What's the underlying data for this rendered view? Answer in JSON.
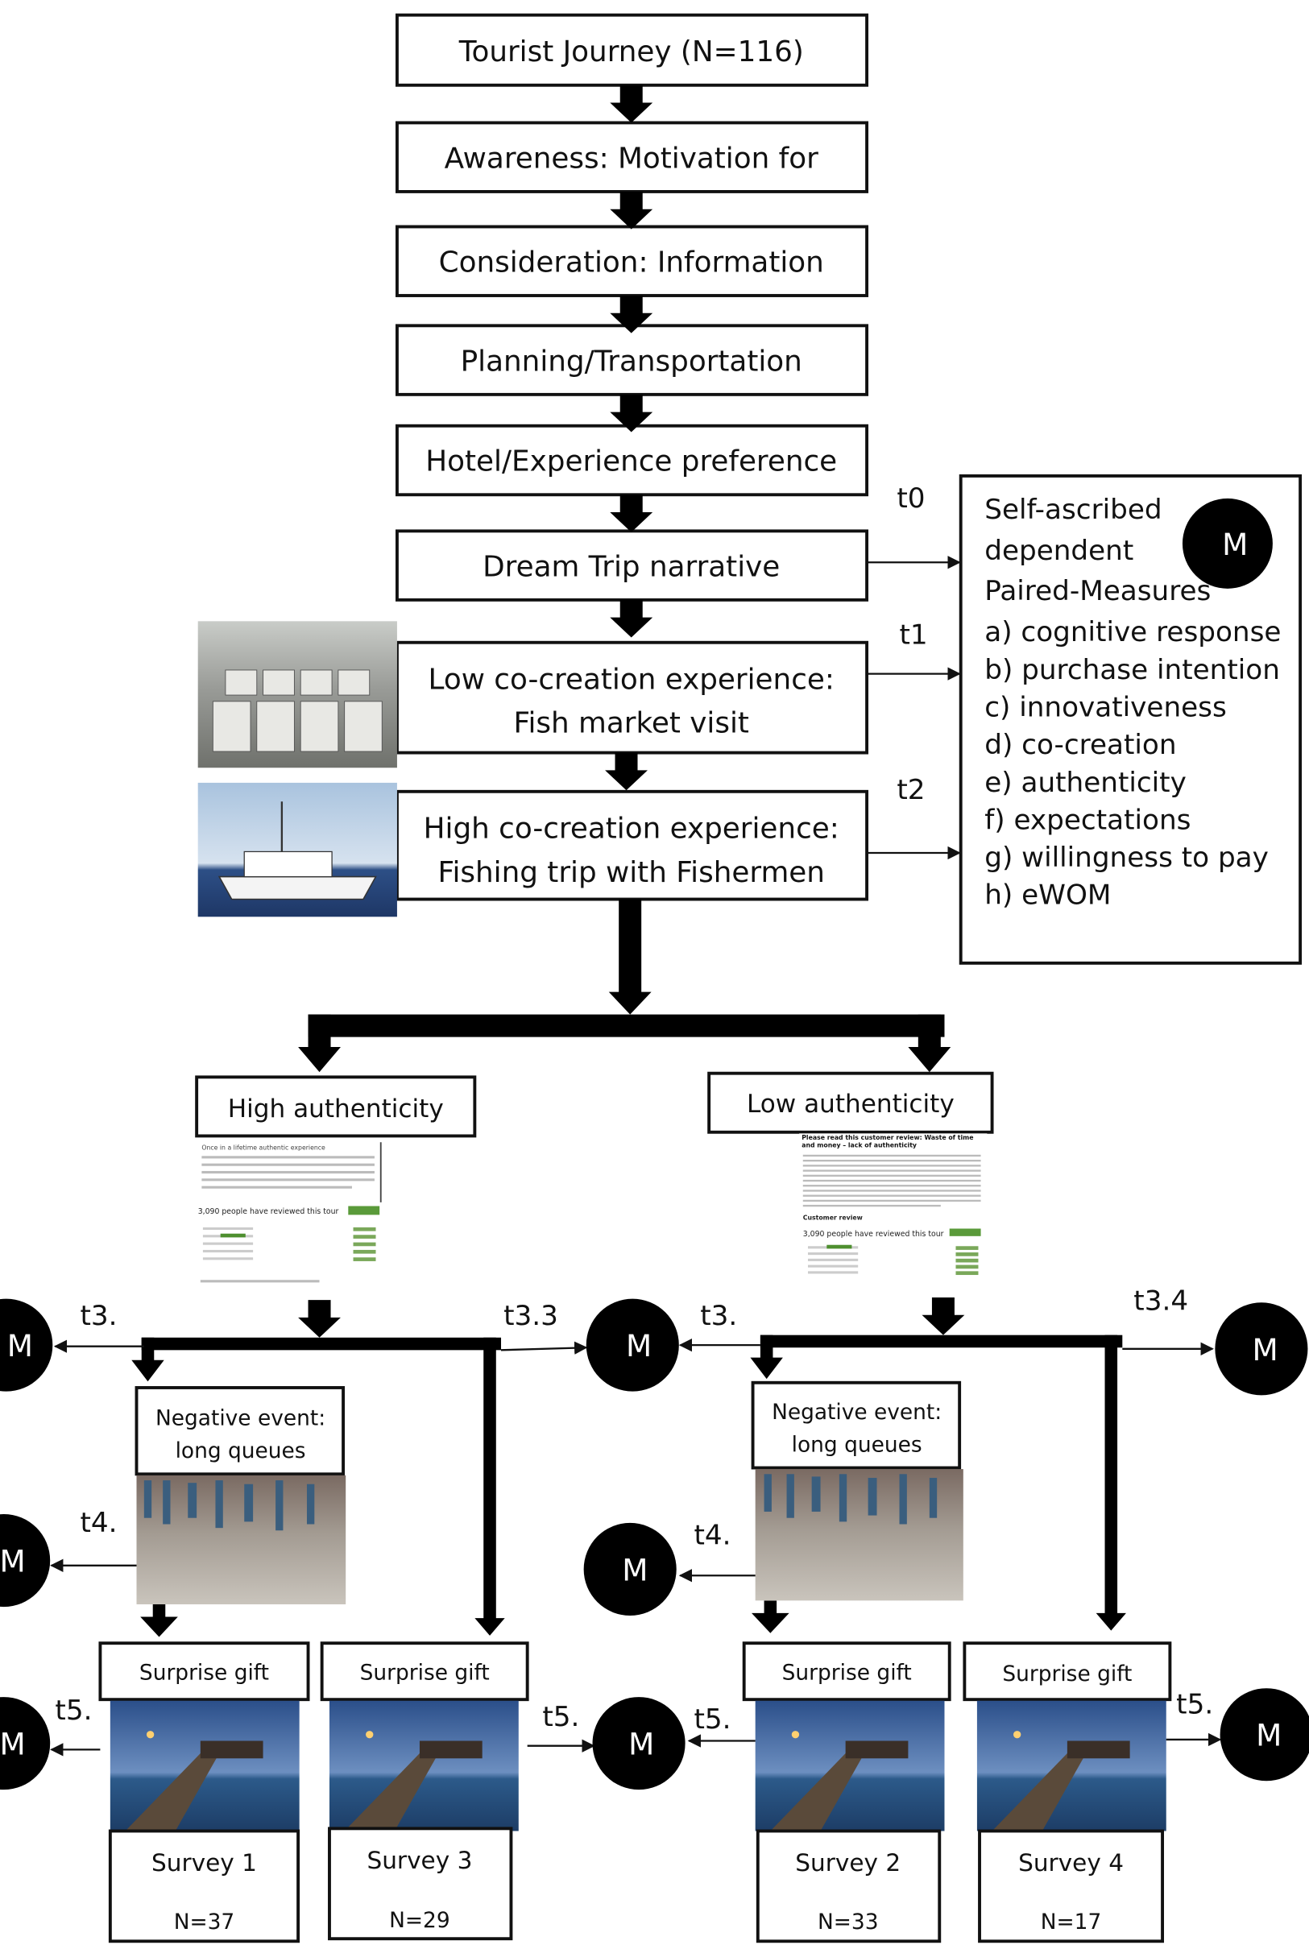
{
  "journey": {
    "steps": [
      "Tourist Journey (N=116)",
      "Awareness: Motivation for",
      "Consideration: Information",
      "Planning/Transportation",
      "Hotel/Experience preference",
      "Dream Trip narrative"
    ],
    "low_cocreation": [
      "Low co-creation experience:",
      "Fish market visit"
    ],
    "high_cocreation": [
      "High co-creation experience:",
      "Fishing trip with Fishermen"
    ]
  },
  "measures": {
    "title_lines": [
      "Self-ascribed",
      "dependent",
      "Paired-Measures"
    ],
    "items": [
      "a) cognitive response",
      "b) purchase intention",
      "c) innovativeness",
      "d) co-creation",
      "e) authenticity",
      "f) expectations",
      "g) willingness to pay",
      "h) eWOM"
    ],
    "m_label": "M"
  },
  "time_labels": {
    "t0": "t0",
    "t1": "t1",
    "t2": "t2",
    "t3": "t3.",
    "t3_3": "t3.3",
    "t3_4": "t3.4",
    "t4": "t4.",
    "t5": "t5."
  },
  "conditions": {
    "high": "High authenticity",
    "low": "Low authenticity",
    "high_review": {
      "heading": "Once in a lifetime authentic experience",
      "count": "3,090 people have reviewed this tour"
    },
    "low_review": {
      "heading": "Please read this customer review: Waste of time and money – lack of authenticity",
      "subheading": "Customer review",
      "count": "3,090 people have reviewed this tour"
    }
  },
  "negative_event": [
    "Negative event:",
    "long queues"
  ],
  "surprise_gift": "Surprise gift",
  "surveys": [
    {
      "name": "Survey 1",
      "n": "N=37"
    },
    {
      "name": "Survey 3",
      "n": "N=29"
    },
    {
      "name": "Survey 2",
      "n": "N=33"
    },
    {
      "name": "Survey 4",
      "n": "N=17"
    }
  ]
}
